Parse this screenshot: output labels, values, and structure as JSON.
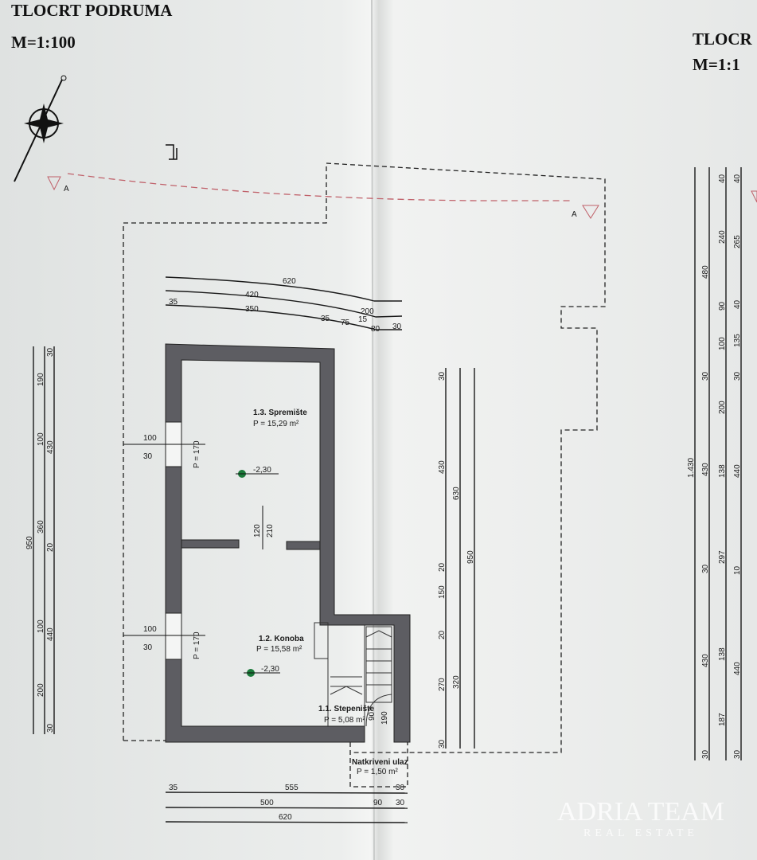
{
  "left_sheet": {
    "title": "TLOCRT PODRUMA",
    "scale": "M=1:100"
  },
  "right_sheet": {
    "title": "TLOCR",
    "scale": "M=1:1"
  },
  "section_marker": "A",
  "rooms": [
    {
      "name": "1.3. Spremište",
      "area": "P =  15,29 m²",
      "level": "-2,30"
    },
    {
      "name": "1.2. Konoba",
      "area": "P =  15,58 m²",
      "level": "-2,30"
    },
    {
      "name": "1.1. Stepenište",
      "area": "P =  5,08 m²"
    },
    {
      "name": "Natkriveni ulaz",
      "area": "P =  1,50 m²"
    }
  ],
  "windows": [
    {
      "width": "100",
      "height": "30",
      "sill": "P = 170"
    },
    {
      "width": "100",
      "height": "30",
      "sill": "P = 170"
    }
  ],
  "door": {
    "width": "120",
    "height": "210"
  },
  "entry_door": {
    "width": "90",
    "height": "190"
  },
  "dims_top": [
    "620",
    "420",
    "200",
    "35",
    "350",
    "35",
    "75",
    "15",
    "80",
    "30"
  ],
  "dims_bottom": [
    "35",
    "555",
    "30",
    "500",
    "90",
    "30",
    "620"
  ],
  "dims_left": {
    "outer": [
      "950"
    ],
    "middle": [
      "190",
      "100",
      "360",
      "100",
      "200"
    ],
    "inner": [
      "30",
      "430",
      "20",
      "440",
      "30"
    ]
  },
  "dims_mid_right": {
    "inner": [
      "30",
      "430",
      "20",
      "150",
      "20",
      "270",
      "30"
    ],
    "middle": [
      "630",
      "320"
    ],
    "outer": [
      "950"
    ]
  },
  "dims_far_right": {
    "a": [
      "1.430"
    ],
    "b": [
      "480",
      "30",
      "430",
      "30",
      "430",
      "30"
    ],
    "c": [
      "40",
      "240",
      "90",
      "100",
      "200",
      "138",
      "297",
      "138",
      "187"
    ],
    "d": [
      "40",
      "265",
      "40",
      "135",
      "30",
      "440",
      "10",
      "440",
      "30"
    ]
  },
  "watermark": {
    "brand": "ADRIA TEAM",
    "tagline": "REAL ESTATE"
  },
  "colors": {
    "wall": "#5d5d62",
    "section_line": "#c0616a",
    "level_marker": "#1a7a3a"
  }
}
